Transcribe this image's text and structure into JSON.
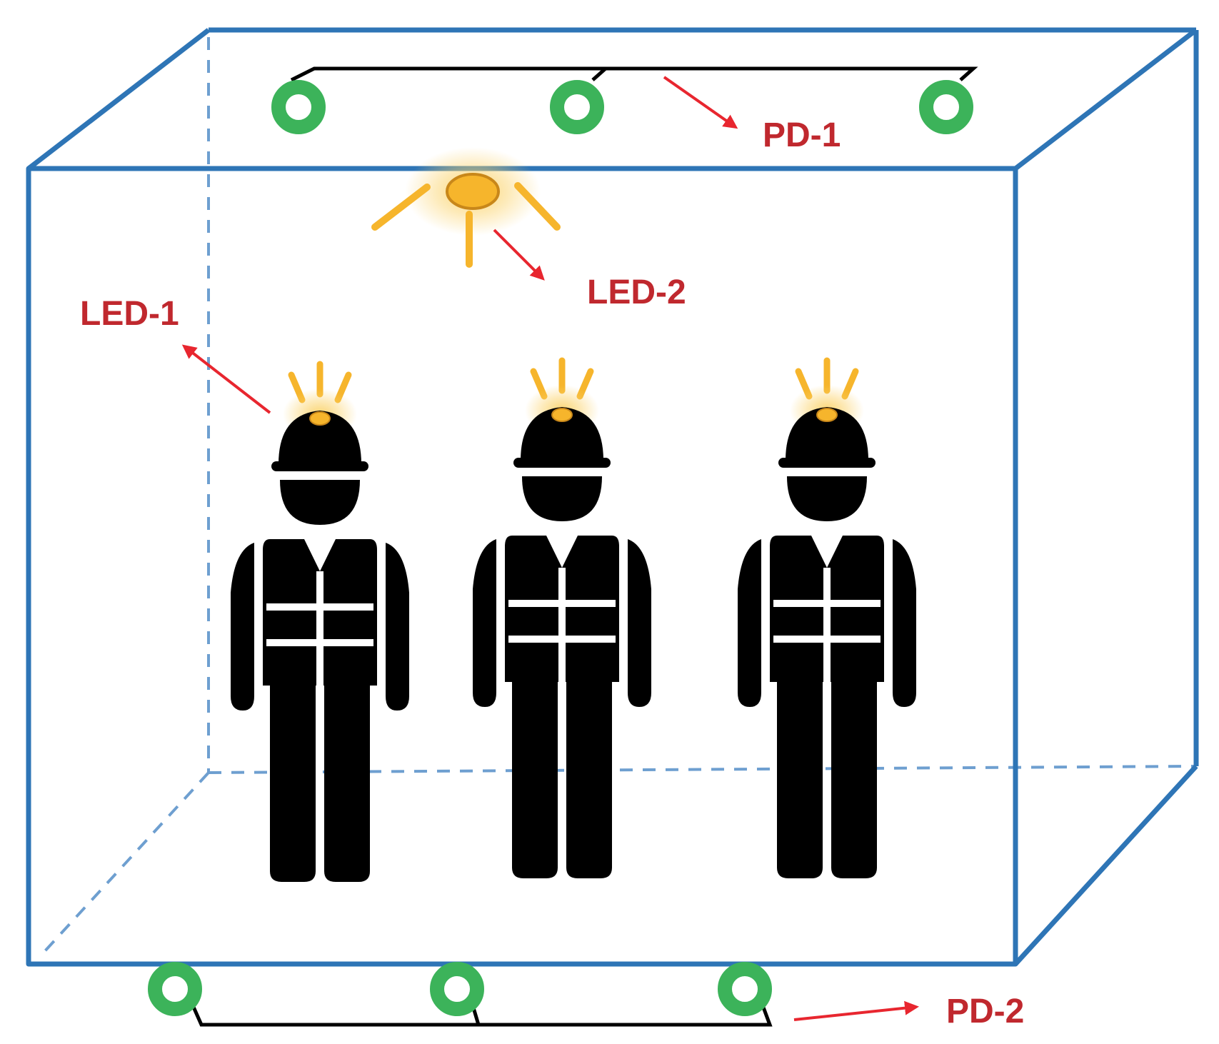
{
  "labels": {
    "pd1": "PD-1",
    "pd2": "PD-2",
    "led1": "LED-1",
    "led2": "LED-2"
  },
  "colors": {
    "box_edge": "#2E75B6",
    "box_hidden_edge": "#6E9FD0",
    "photodiode_ring": "#3CB35A",
    "label_text": "#C0282E",
    "arrow": "#E8262F",
    "led_light": "#F6B52C",
    "led_glow": "#FBD36B",
    "worker": "#000000"
  },
  "icons": {
    "photodiode": "ring-icon",
    "ceiling_led": "lamp-icon",
    "helmet_led": "helmet-lamp-icon",
    "worker": "worker-with-vest-icon"
  }
}
